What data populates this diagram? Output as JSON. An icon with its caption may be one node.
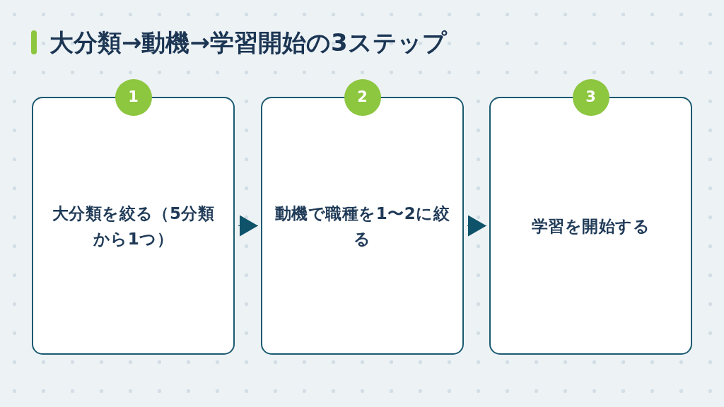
{
  "diagram": {
    "title": "大分類→動機→学習開始の3ステップ",
    "nodes": [
      {
        "text": [
          "1",
          "大分類を絞る（5分類から1つ）"
        ]
      },
      {
        "text": [
          "2",
          "動機で職種を1〜2に絞る"
        ]
      },
      {
        "text": [
          "3",
          "学習を開始する"
        ]
      }
    ],
    "edges": [
      {
        "from": 0,
        "to": 1,
        "arrow": "to"
      },
      {
        "from": 1,
        "to": 2,
        "arrow": "to"
      }
    ]
  }
}
